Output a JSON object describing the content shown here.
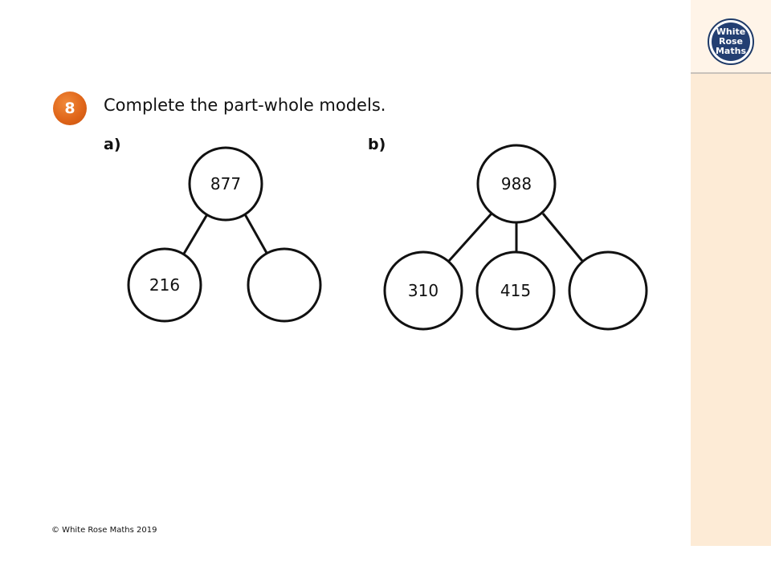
{
  "logo": {
    "line1": "White",
    "line2": "Rose",
    "line3": "Maths"
  },
  "question": {
    "number": "8",
    "text": "Complete the part-whole models."
  },
  "models": {
    "a": {
      "label": "a)",
      "whole": "877",
      "parts": [
        "216",
        ""
      ]
    },
    "b": {
      "label": "b)",
      "whole": "988",
      "parts": [
        "310",
        "415",
        ""
      ]
    }
  },
  "footer": {
    "copyright": "© White Rose Maths 2019"
  },
  "colors": {
    "accent_orange": "#e0661a",
    "logo_navy": "#233f72",
    "side_panel": "#fdebd6"
  }
}
